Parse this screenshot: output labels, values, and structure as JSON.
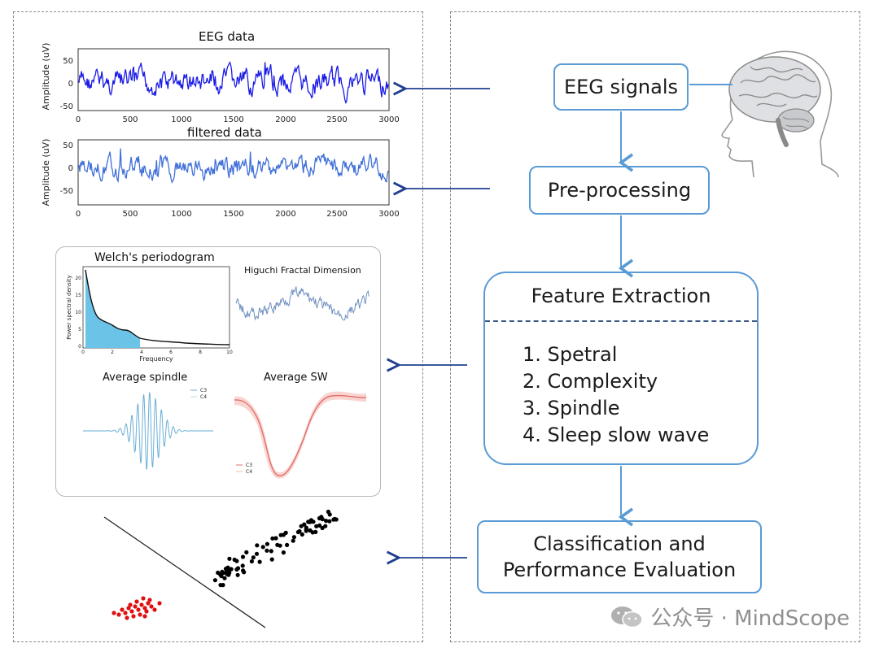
{
  "flow": {
    "eeg_signals": "EEG signals",
    "preprocessing": "Pre-processing",
    "feature_extraction": {
      "title": "Feature Extraction",
      "items": [
        "1. Spetral",
        "2. Complexity",
        "3. Spindle",
        "4. Sleep slow wave"
      ]
    },
    "classification": [
      "Classification and",
      "Performance Evaluation"
    ]
  },
  "plots": {
    "eeg": {
      "title": "EEG data",
      "ylabel": "Amplitude (uV)",
      "yticks": [
        "50",
        "0",
        "-50"
      ],
      "xticks": [
        "0",
        "500",
        "1000",
        "1500",
        "2000",
        "2500",
        "3000"
      ],
      "color": "#1a1ae6"
    },
    "filtered": {
      "title": "filtered data",
      "ylabel": "Amplitude (uV)",
      "yticks": [
        "50",
        "0",
        "-50"
      ],
      "xticks": [
        "0",
        "500",
        "1000",
        "1500",
        "2000",
        "2500",
        "3000"
      ],
      "color": "#3f6fd8"
    },
    "welch": {
      "title": "Welch's periodogram",
      "ylabel": "Power spectral density",
      "xlabel": "Frequency",
      "yticks": [
        "20",
        "15",
        "10",
        "5",
        "0"
      ],
      "xticks": [
        "0",
        "2",
        "4",
        "6",
        "8",
        "10"
      ],
      "fill": "#6cc3e8"
    },
    "higuchi": {
      "title": "Higuchi Fractal Dimension",
      "color": "#6e8fc0"
    },
    "spindle": {
      "title": "Average spindle",
      "legend": [
        "C3",
        "C4"
      ],
      "color": "#6aaed6"
    },
    "sw": {
      "title": "Average SW",
      "legend": [
        "C3",
        "C4"
      ],
      "color": "#e0706a"
    }
  },
  "watermark": {
    "text": "公众号 · MindScope"
  },
  "colors": {
    "arrow": "#1f3f8f",
    "box_border": "#5a9bd5",
    "flow_arrow": "#5a9bd5",
    "dots_red": "#e01010",
    "dots_black": "#000000"
  }
}
